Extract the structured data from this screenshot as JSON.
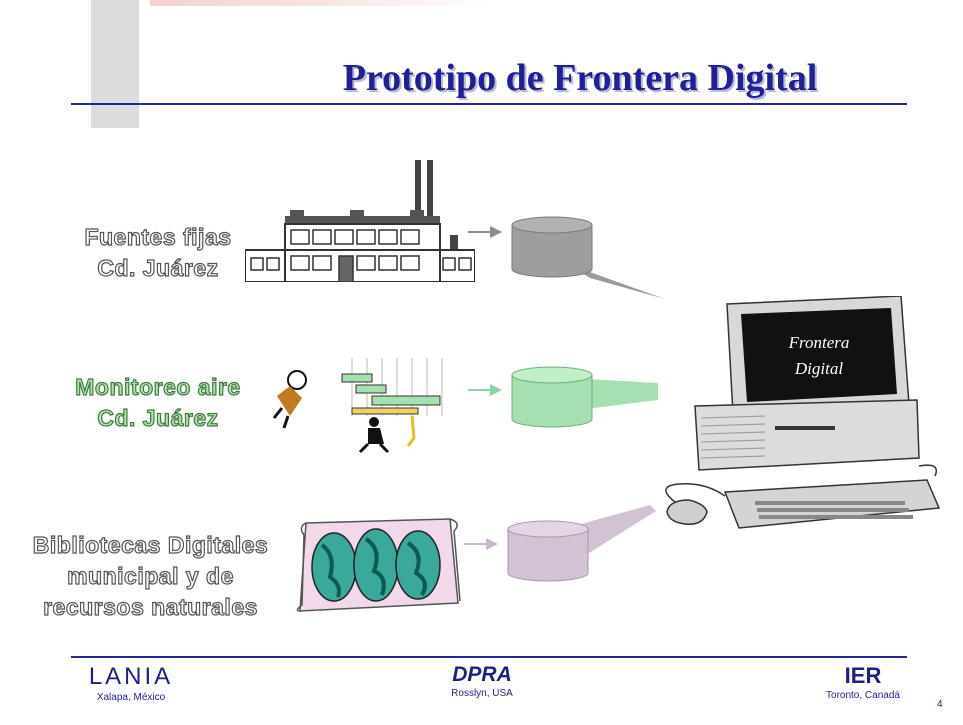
{
  "slide": {
    "title": "Prototipo de Frontera Digital",
    "page_number": "4"
  },
  "sources": [
    {
      "label_line1": "Fuentes fijas",
      "label_line2": "Cd. Juárez",
      "color": "#9a9a9a",
      "icon": "factory-icon"
    },
    {
      "label_line1": "Monitoreo aire",
      "label_line2": "Cd. Juárez",
      "color": "#a6e0b0",
      "icon": "monitoring-figures-icon"
    },
    {
      "label_line1": "Bibliotecas Digitales",
      "label_line2": "municipal y de",
      "label_line3": "recursos naturales",
      "color": "#d2c2d4",
      "icon": "world-map-scroll-icon"
    }
  ],
  "computer": {
    "screen_line1": "Frontera",
    "screen_line2": "Digital"
  },
  "footer": {
    "logos": [
      {
        "name": "LANIA",
        "city": "Xalapa, México"
      },
      {
        "name": "DPRA",
        "city": "Rosslyn, USA"
      },
      {
        "name": "IER",
        "city": "Toronto, Canadá"
      }
    ]
  }
}
